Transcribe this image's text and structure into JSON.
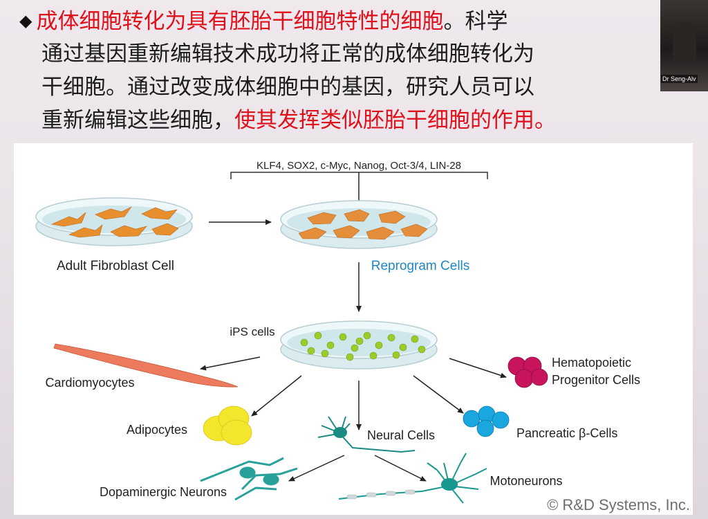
{
  "slide": {
    "bullet": "◆",
    "lines": [
      {
        "red": "成体细胞转化为具有胚胎干细胞特性的细胞",
        "black": "。科学"
      },
      {
        "black": "通过基因重新编辑技术成功将正常的成体细胞转化为"
      },
      {
        "black": "干细胞。通过改变成体细胞中的基因，研究人员可以"
      },
      {
        "black": "重新编辑这些细胞，",
        "red": "使其发挥类似胚胎干细胞的作用。"
      }
    ]
  },
  "video": {
    "caption": "Dr Seng-Alv"
  },
  "figure": {
    "factors": "KLF4, SOX2, c-Myc, Nanog, Oct-3/4, LIN-28",
    "adult_fibroblast": "Adult Fibroblast Cell",
    "reprogram": "Reprogram Cells",
    "ips": "iPS cells",
    "cardiomyocytes": "Cardiomyocytes",
    "adipocytes": "Adipocytes",
    "neural": "Neural Cells",
    "hematopoietic_1": "Hematopoietic",
    "hematopoietic_2": "Progenitor Cells",
    "pancreatic": "Pancreatic β-Cells",
    "dopaminergic": "Dopaminergic Neurons",
    "motoneurons": "Motoneurons",
    "copyright": "© R&D Systems, Inc."
  },
  "colors": {
    "accent_red": "#e0101b",
    "reprogram_blue": "#1f86c7"
  }
}
